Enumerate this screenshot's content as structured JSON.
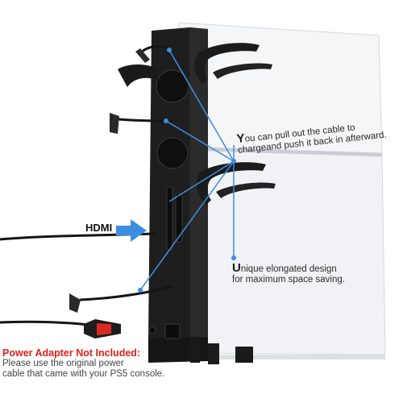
{
  "callouts": {
    "pull_cable": {
      "first_letter": "Y",
      "line1_rest": "ou can pull out the cable to",
      "line2": "chargeand push it back in afterward."
    },
    "design": {
      "first_letter": "U",
      "line1_rest": "nique elongated design",
      "line2": "for maximum space saving."
    }
  },
  "hdmi_label": "HDMI",
  "power_note": {
    "warning": "Power Adapter Not Included:",
    "line1": "Please use the original power",
    "line2": "cable that came with your PS5 console."
  },
  "colors": {
    "accent_blue": "#3b8fe0",
    "warning_red": "#e0201b",
    "stand_black": "#1e1e1e",
    "console_white": "#f3f4f6"
  }
}
